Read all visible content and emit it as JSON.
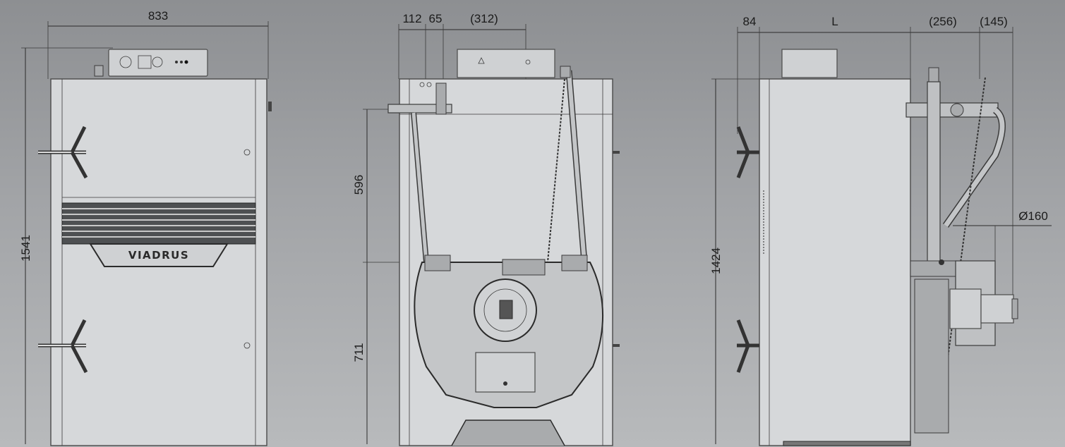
{
  "brand": {
    "logo_text": "VIADRUS"
  },
  "front_view": {
    "width_label": "833",
    "height_label": "1541"
  },
  "side_view_middle": {
    "top_dims": [
      "112",
      "65",
      "(312)"
    ],
    "upper_height_label": "596",
    "lower_height_label": "711"
  },
  "side_view_right": {
    "top_dims": [
      "84",
      "L",
      "(256)",
      "(145)"
    ],
    "height_label": "1424",
    "flue_diameter_label": "Ø160"
  },
  "colors": {
    "background_top": "#8d8f92",
    "background_bottom": "#b8babc",
    "panel": "#d6d8da",
    "line": "#2b2b2b"
  }
}
